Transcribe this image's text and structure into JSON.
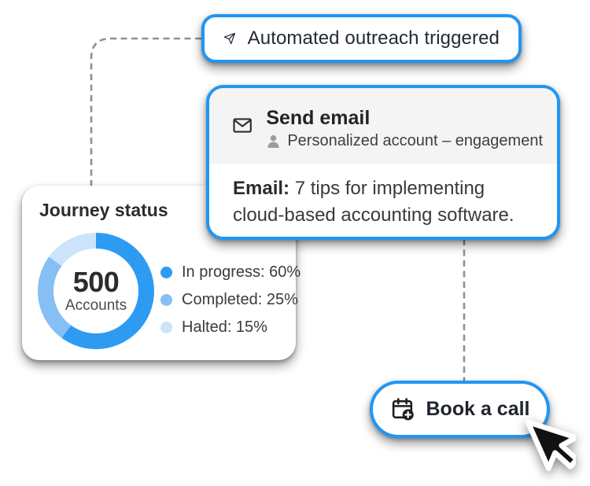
{
  "page": {
    "background": "#ffffff",
    "accent": "#2196F3",
    "connector_color": "#8F8F8F"
  },
  "trigger_pill": {
    "icon": "send-icon",
    "label": "Automated outreach triggered"
  },
  "email_card": {
    "icon": "envelope-icon",
    "title": "Send email",
    "audience_icon": "person-icon",
    "audience": "Personalized account – engagement",
    "email_label": "Email:",
    "email_subject": " 7 tips for implementing cloud-based accounting software."
  },
  "journey_card": {
    "title": "Journey status",
    "center_value": "500",
    "center_label": "Accounts",
    "legend": [
      {
        "label": "In progress: 60%"
      },
      {
        "label": "Completed: 25%"
      },
      {
        "label": "Halted: 15%"
      }
    ]
  },
  "chart_data": {
    "type": "pie",
    "donut": true,
    "title": "Journey status",
    "categories": [
      "In progress",
      "Completed",
      "Halted"
    ],
    "values": [
      60,
      25,
      15
    ],
    "colors": [
      "#2E9BF3",
      "#85BFF5",
      "#CBE4FB"
    ],
    "center_value": "500",
    "center_label": "Accounts",
    "start_angle_deg": 0,
    "direction": "clockwise",
    "legend_position": "right"
  },
  "cta_pill": {
    "icon": "calendar-add-icon",
    "label": "Book a call"
  }
}
